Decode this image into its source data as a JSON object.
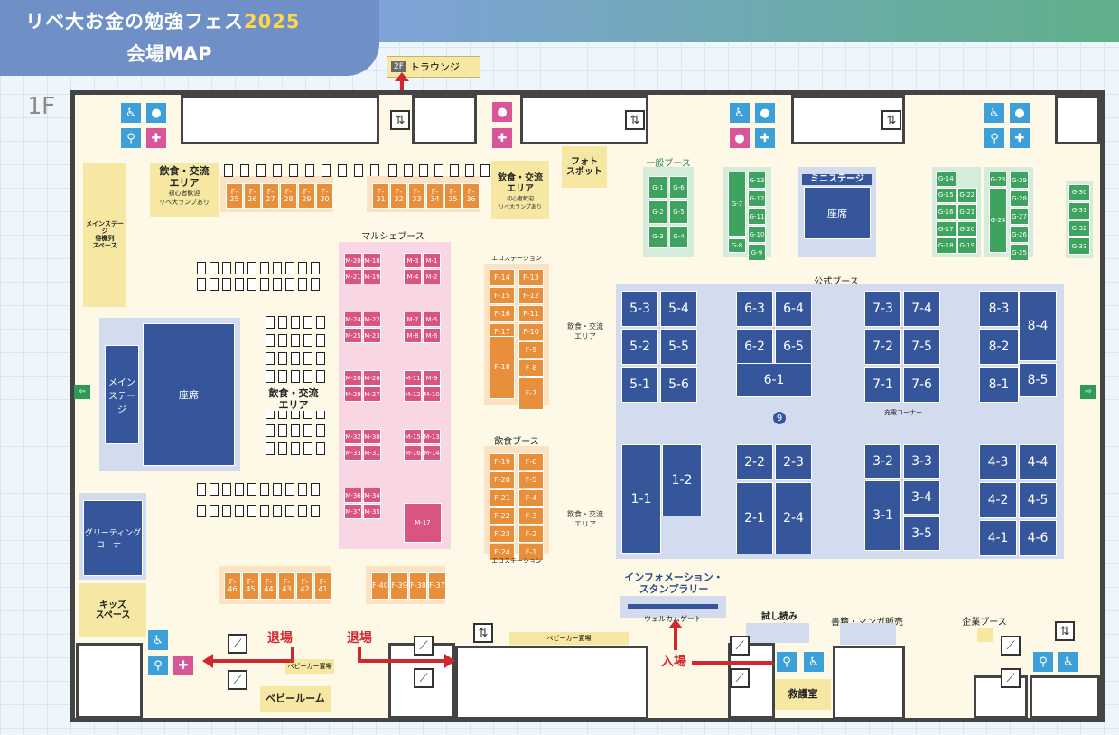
{
  "header": {
    "logo_text_part1": "リベ大お金の勉強フェス",
    "logo_year": "2025",
    "subtitle": "会場MAP"
  },
  "floor_label": "1F",
  "upper_lounge": {
    "badge": "2F",
    "label": "トラウンジ"
  },
  "areas": {
    "main_stage_waiting": "メインステージ\n待機列\nスペース",
    "main_stage": "メイン\nステージ",
    "main_seats": "座席",
    "greeting_corner": "グリーティング\nコーナー",
    "kids_space": "キッズ\nスペース",
    "baby_room": "ベビールーム",
    "stroller_parking_left": "ベビーカー置場",
    "stroller_parking_center": "ベビーカー置場",
    "food_area_left": "飲食・交流\nエリア",
    "food_area_left_note": "初心者歓迎\nリベ大ランプあり",
    "food_area_center": "飲食・交流\nエリア",
    "food_area_center_note": "初心者歓迎\nリベ大ランプあり",
    "food_area_big": "飲食・交流\nエリア",
    "photo_spot": "フォト\nスポット",
    "general_booth": "一般ブース",
    "mini_stage": "ミニステージ",
    "mini_stage_seats": "座席",
    "official_booth": "公式ブース",
    "charging_corner": "充電コーナー",
    "marche_booth": "マルシェブース",
    "eco_station_top": "エコステーション",
    "eco_station_bottom": "エコステーション",
    "food_booth": "飲食ブース",
    "food_area_small1": "飲食・交流\nエリア",
    "food_area_small2": "飲食・交流\nエリア",
    "info_station": "インフォメーション・\nスタンプラリー",
    "welcome_gate": "ウェルカムゲート",
    "trial_reading": "試し読み\nコーナー",
    "book_sales": "書籍・マンガ販売",
    "corporate_booth": "企業ブース",
    "first_aid": "救護室"
  },
  "signs": {
    "exit_left": "退場",
    "exit_center": "退場",
    "entrance": "入場"
  },
  "booths": {
    "F_top_left": [
      "F-25",
      "F-26",
      "F-27",
      "F-28",
      "F-29",
      "F-30"
    ],
    "F_top_center": [
      "F-31",
      "F-32",
      "F-33",
      "F-34",
      "F-35",
      "F-36"
    ],
    "F_bottom_left": [
      "F-46",
      "F-45",
      "F-44",
      "F-43",
      "F-42",
      "F-41"
    ],
    "F_bottom_center": [
      "F-40",
      "F-39",
      "F-38",
      "F-37"
    ],
    "F_eco_left": [
      "F-14",
      "F-15",
      "F-16",
      "F-17"
    ],
    "F_eco_right": [
      "F-13",
      "F-12",
      "F-11",
      "F-10",
      "F-9",
      "F-8",
      "F-7"
    ],
    "F_eco_big": "F-18",
    "F_food_left": [
      "F-19",
      "F-20",
      "F-21",
      "F-22",
      "F-23",
      "F-24"
    ],
    "F_food_right": [
      "F-6",
      "F-5",
      "F-4",
      "F-3",
      "F-2",
      "F-1"
    ],
    "M_left": [
      [
        "M-20",
        "M-18"
      ],
      [
        "M-21",
        "M-19"
      ],
      [
        "M-24",
        "M-22"
      ],
      [
        "M-25",
        "M-23"
      ],
      [
        "M-28",
        "M-26"
      ],
      [
        "M-29",
        "M-27"
      ],
      [
        "M-32",
        "M-30"
      ],
      [
        "M-33",
        "M-31"
      ],
      [
        "M-36",
        "M-34"
      ],
      [
        "M-37",
        "M-35"
      ]
    ],
    "M_right": [
      [
        "M-3",
        "M-1"
      ],
      [
        "M-4",
        "M-2"
      ],
      [
        "M-7",
        "M-5"
      ],
      [
        "M-8",
        "M-6"
      ],
      [
        "M-11",
        "M-9"
      ],
      [
        "M-12",
        "M-10"
      ],
      [
        "M-15",
        "M-13"
      ],
      [
        "M-16",
        "M-14"
      ]
    ],
    "M_big": "M-17",
    "G_a": [
      [
        "G-1",
        "G-6"
      ],
      [
        "G-2",
        "G-5"
      ],
      [
        "G-3",
        "G-4"
      ]
    ],
    "G_b_left": "G-7",
    "G_b_right": [
      "G-13",
      "G-12",
      "G-11",
      "G-10",
      "G-9"
    ],
    "G_b_left2": "G-8",
    "G_c": [
      [
        "G-14",
        ""
      ],
      [
        "G-15",
        "G-22"
      ],
      [
        "G-16",
        "G-21"
      ],
      [
        "G-17",
        "G-20"
      ],
      [
        "G-18",
        "G-19"
      ]
    ],
    "G_d_left": "G-24",
    "G_d_right": [
      "G-29",
      "G-28",
      "G-27",
      "G-26",
      "G-25"
    ],
    "G_d_top": "G-23",
    "G_e": [
      "G-30",
      "G-31",
      "G-32",
      "G-33"
    ],
    "official_top": [
      [
        "5-3",
        "5-4"
      ],
      [
        "5-2",
        "5-5"
      ],
      [
        "5-1",
        "5-6"
      ],
      [
        "6-3",
        "6-4"
      ],
      [
        "6-2",
        "6-5"
      ],
      [
        "7-3",
        "7-4"
      ],
      [
        "7-2",
        "7-5"
      ],
      [
        "7-1",
        "7-6"
      ],
      [
        "8-3"
      ],
      [
        "8-2"
      ],
      [
        "8-1",
        "8-5"
      ]
    ],
    "official_top_single": [
      "6-1",
      "8-4"
    ],
    "official_bottom": {
      "b1": [
        "1-2",
        "1-1"
      ],
      "b2": [
        "2-2",
        "2-3",
        "2-1",
        "2-4"
      ],
      "b3": [
        "3-2",
        "3-3",
        "3-1",
        "3-4",
        "3-5"
      ],
      "b4": [
        "4-3",
        "4-4",
        "4-2",
        "4-5",
        "4-1",
        "4-6"
      ]
    }
  },
  "colors": {
    "header": "#6f8fc7",
    "orange": "#e88f3c",
    "pink": "#d9557f",
    "green": "#3ea35f",
    "blue": "#35569a",
    "exit_red": "#d0282f"
  }
}
